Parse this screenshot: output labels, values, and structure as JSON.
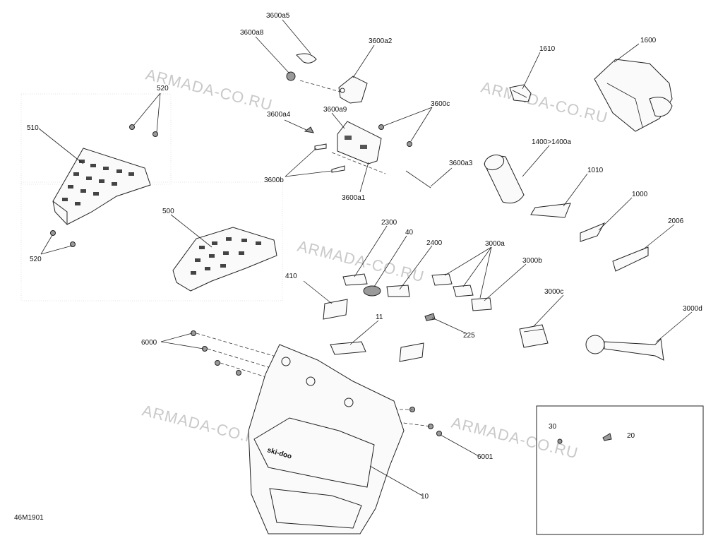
{
  "diagram_code": "46M1901",
  "watermark": "ARMADA-CO.RU",
  "callouts": {
    "c3600a5": "3600a5",
    "c3600a8": "3600a8",
    "c3600a2": "3600a2",
    "c1610": "1610",
    "c1600": "1600",
    "c520_top": "520",
    "c510": "510",
    "c520_bottom": "520",
    "c500": "500",
    "c3600a4": "3600a4",
    "c3600a9": "3600a9",
    "c3600c": "3600c",
    "c3600b": "3600b",
    "c3600a1": "3600a1",
    "c3600a3": "3600a3",
    "c1400": "1400>1400a",
    "c1010": "1010",
    "c1000": "1000",
    "c2006": "2006",
    "c2300": "2300",
    "c40": "40",
    "c2400": "2400",
    "c3000a": "3000a",
    "c3000b": "3000b",
    "c410": "410",
    "c11": "11",
    "c225": "225",
    "c3000c": "3000c",
    "c3000d": "3000d",
    "c6000": "6000",
    "c6001": "6001",
    "c10": "10",
    "c30": "30",
    "c20": "20"
  },
  "logo_text": "ski-doo"
}
